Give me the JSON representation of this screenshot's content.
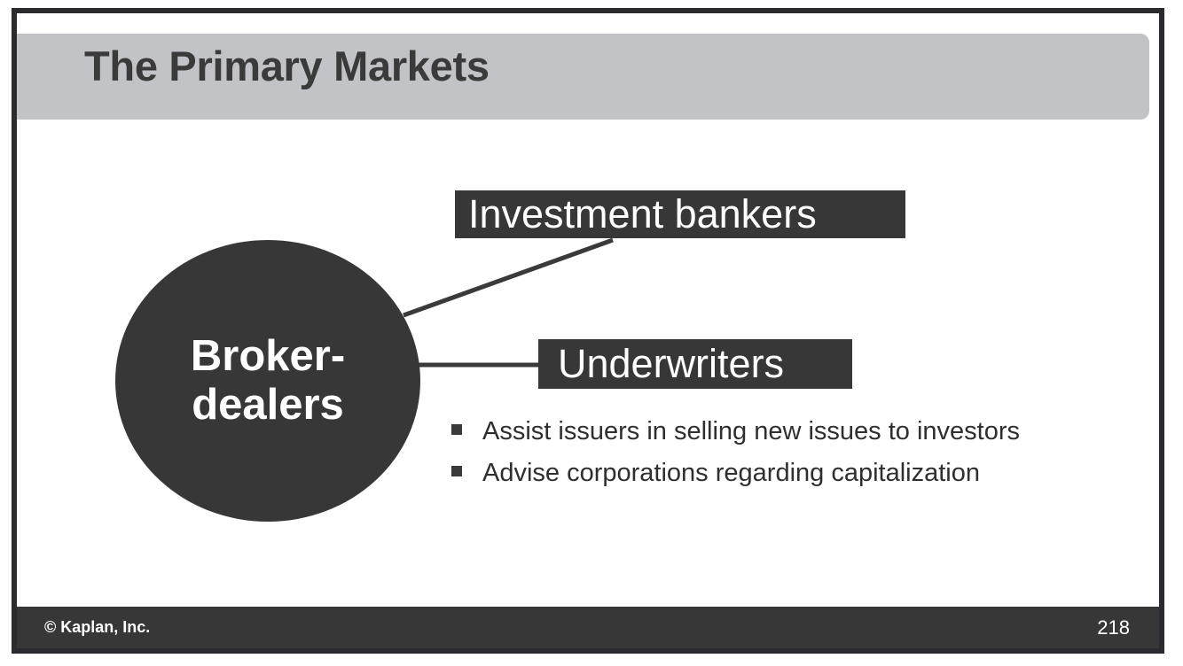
{
  "slide": {
    "title": "The Primary Markets",
    "page_number": "218",
    "copyright": "© Kaplan, Inc."
  },
  "colors": {
    "frame": "#2b2b2f",
    "title_band": "#c2c3c6",
    "dark_fill": "#373737",
    "title_text": "#3a3a3a",
    "body_text": "#2f2f2f",
    "white": "#ffffff"
  },
  "diagram": {
    "center_node": {
      "line1": "Broker-",
      "line2": "dealers"
    },
    "labels": [
      {
        "text": "Investment bankers"
      },
      {
        "text": "Underwriters"
      }
    ],
    "bullets": [
      {
        "text": "Assist issuers in selling new issues to investors"
      },
      {
        "text": "Advise corporations regarding capitalization"
      }
    ]
  }
}
